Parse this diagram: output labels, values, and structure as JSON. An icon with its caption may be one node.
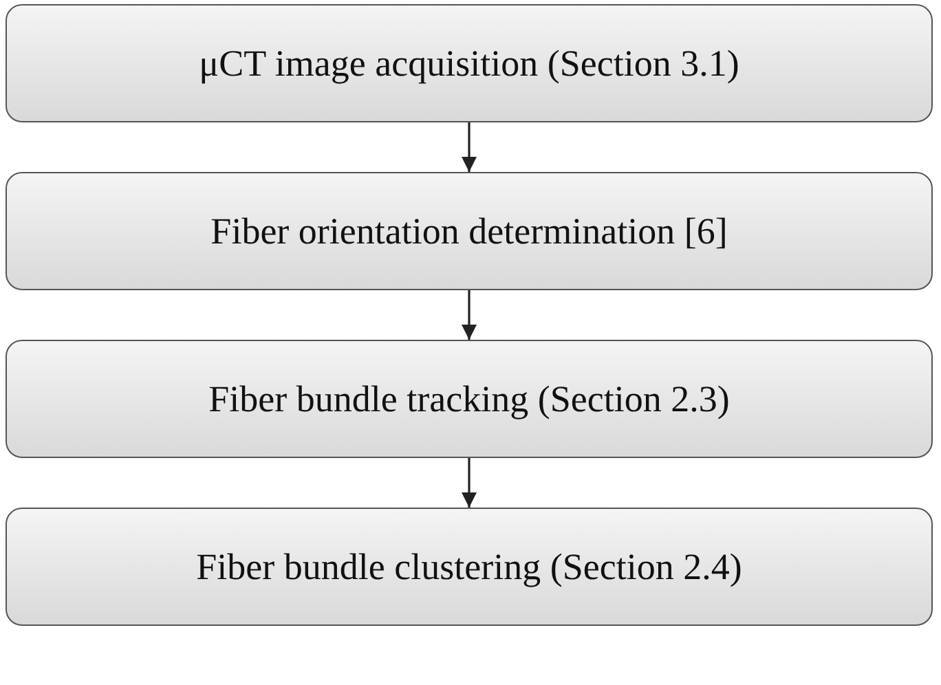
{
  "diagram": {
    "nodes": [
      {
        "text": [
          "μCT image acquisition (Section 3.1)"
        ]
      },
      {
        "text": [
          "Fiber orientation determination [6]"
        ]
      },
      {
        "text": [
          "Fiber bundle tracking (Section 2.3)"
        ]
      },
      {
        "text": [
          "Fiber bundle clustering (Section 2.4)"
        ]
      }
    ],
    "edges": [
      {
        "from": 0,
        "to": 1,
        "arrow": "to"
      },
      {
        "from": 1,
        "to": 2,
        "arrow": "to"
      },
      {
        "from": 2,
        "to": 3,
        "arrow": "to"
      }
    ]
  }
}
